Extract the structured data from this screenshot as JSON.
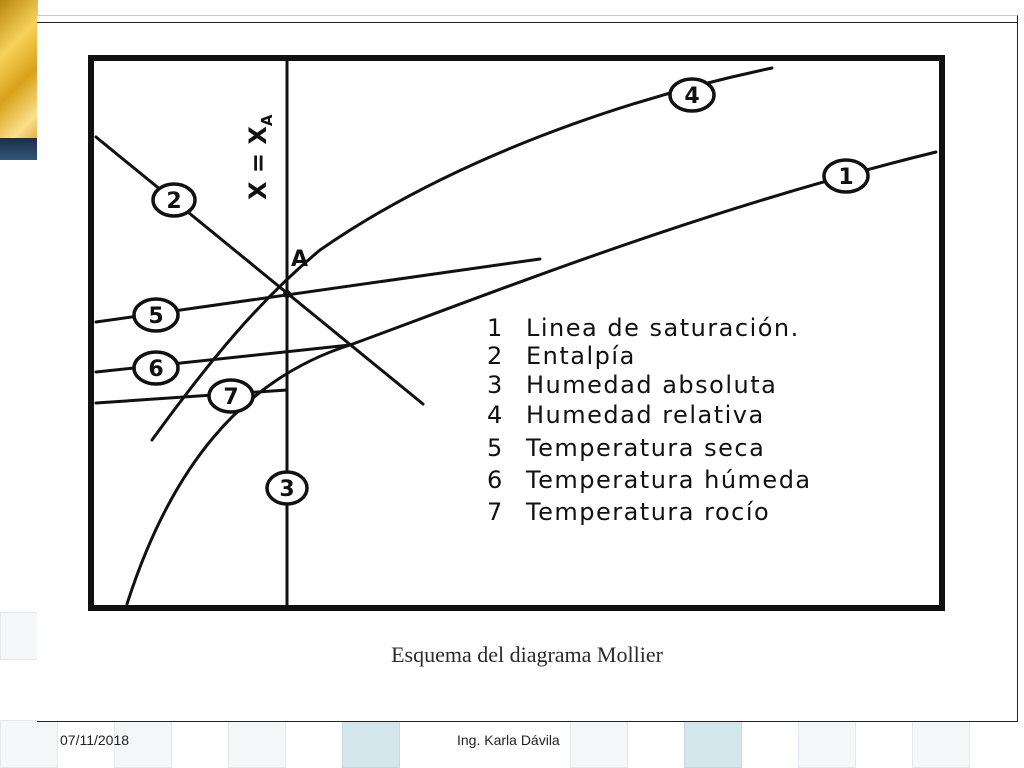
{
  "slide": {
    "caption": "Esquema del diagrama Mollier",
    "footer_date": "07/11/2018",
    "footer_author": "Ing. Karla Dávila"
  },
  "diagram": {
    "axis_label": "X = X",
    "axis_label_subscript": "A",
    "point_label": "A",
    "curve_markers": [
      "1",
      "2",
      "3",
      "4",
      "5",
      "6",
      "7"
    ],
    "legend": [
      {
        "num": "1",
        "text": "Linea de saturación."
      },
      {
        "num": "2",
        "text": "Entalpía"
      },
      {
        "num": "3",
        "text": "Humedad absoluta"
      },
      {
        "num": "4",
        "text": "Humedad relativa"
      },
      {
        "num": "5",
        "text": "Temperatura seca"
      },
      {
        "num": "6",
        "text": "Temperatura húmeda"
      },
      {
        "num": "7",
        "text": "Temperatura rocío"
      }
    ]
  },
  "colors": {
    "line": "#111111",
    "accent_gold": "#d8a21a",
    "tile_teal": "#d3e6ec"
  }
}
